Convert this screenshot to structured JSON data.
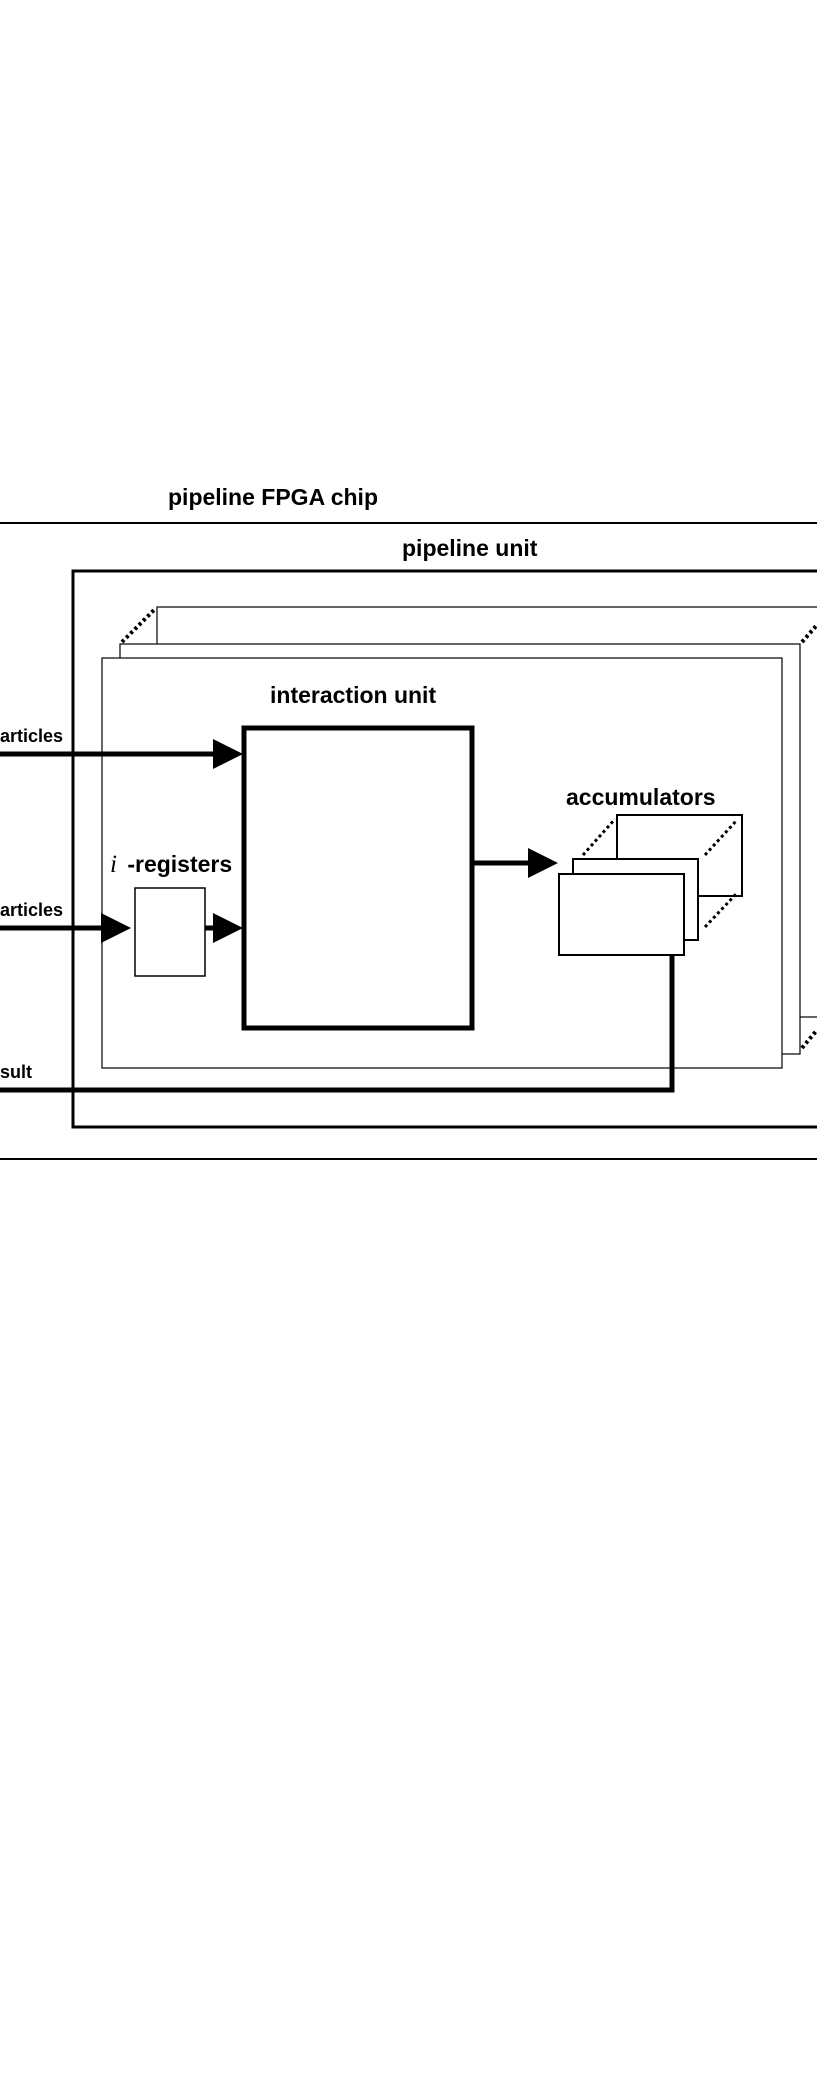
{
  "labels": {
    "chip": "pipeline FPGA chip",
    "pipeline_unit": "pipeline unit",
    "interaction_unit": "interaction unit",
    "accumulators": "accumulators",
    "i_prefix": "i",
    "i_registers": "-registers",
    "particles_top": "articles",
    "particles_mid": "articles",
    "result": "sult"
  }
}
